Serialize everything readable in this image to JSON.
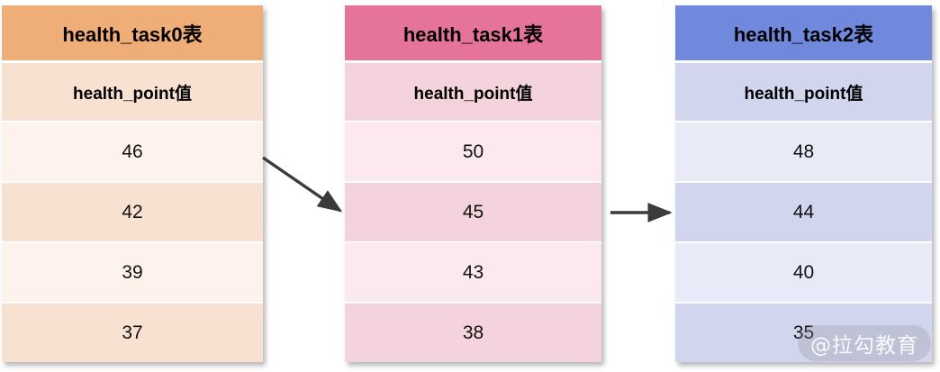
{
  "diagram": {
    "title": "health_task sharding tables flow",
    "arrow_color": "#3b3b3b",
    "tables": [
      {
        "name": "health_task0",
        "title": "health_task0表",
        "column_header": "health_point值",
        "header_color": "#EFAE77",
        "row_light_color": "#FDF2EC",
        "row_dark_color": "#F9E1D2",
        "values": [
          "46",
          "42",
          "39",
          "37"
        ]
      },
      {
        "name": "health_task1",
        "title": "health_task1表",
        "column_header": "health_point值",
        "header_color": "#E5739A",
        "row_light_color": "#FBE9EF",
        "row_dark_color": "#F4D3DD",
        "values": [
          "50",
          "45",
          "43",
          "38"
        ]
      },
      {
        "name": "health_task2",
        "title": "health_task2表",
        "column_header": "health_point值",
        "header_color": "#7189DC",
        "row_light_color": "#E8EAF7",
        "row_dark_color": "#D1D6EE",
        "values": [
          "48",
          "44",
          "40",
          "35"
        ]
      }
    ],
    "arrows": [
      {
        "name": "arrow-task0-to-task1",
        "from": "health_task0",
        "to": "health_task1",
        "style": "diagonal"
      },
      {
        "name": "arrow-task1-to-task2",
        "from": "health_task1",
        "to": "health_task2",
        "style": "horizontal"
      }
    ]
  },
  "watermark": {
    "text": "@拉勾教育"
  }
}
